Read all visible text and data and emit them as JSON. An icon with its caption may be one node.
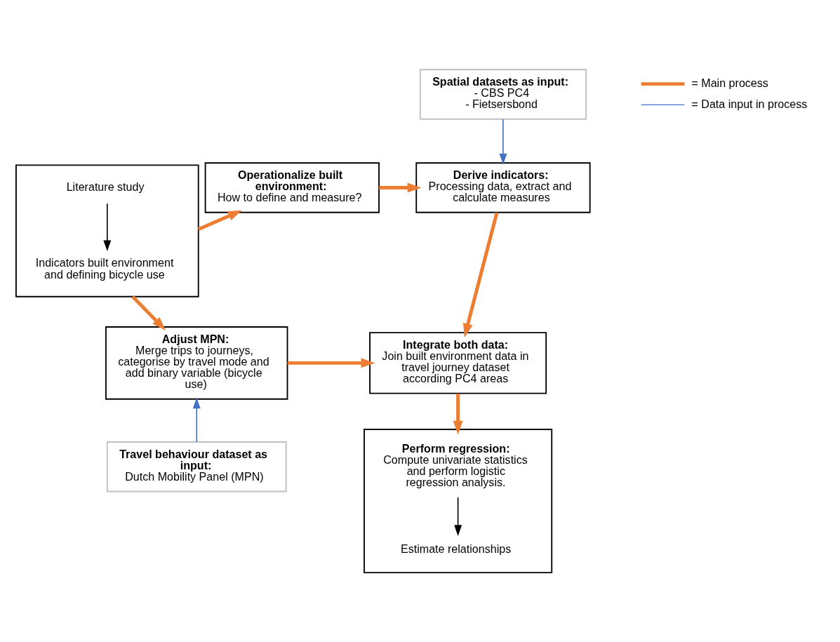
{
  "diagram": {
    "nodes": [
      {
        "text": [],
        "shape": "box"
      },
      {
        "text": [
          "Literature study"
        ],
        "in": 0
      },
      {
        "text": [
          "Indicators built environment and defining bicycle use"
        ],
        "in": 0
      },
      {
        "text": [
          "Operationalize built environment:",
          "How to define and measure?"
        ]
      },
      {
        "text": [
          "Spatial datasets as input:",
          "- CBS PC4",
          "- Fietsersbond"
        ]
      },
      {
        "text": [
          "Derive indicators:",
          "Processing data, extract and calculate measures"
        ]
      },
      {
        "text": [
          "Adjust MPN:",
          "Merge trips to journeys, categorise by travel mode and add binary variable (bicycle use)"
        ]
      },
      {
        "text": [
          "Integrate both data:",
          "Join built environment data in travel journey dataset according PC4 areas"
        ]
      },
      {
        "text": [
          "Travel behaviour dataset as input:",
          "Dutch Mobility Panel (MPN)"
        ]
      },
      {
        "text": [],
        "shape": "box"
      },
      {
        "text": [
          "Perform regression:",
          "Compute univariate statistics and perform logistic regression analysis."
        ],
        "in": 9
      },
      {
        "text": [
          "Estimate relationships"
        ],
        "in": 9
      }
    ],
    "edges": [
      {
        "from": 1,
        "to": 2,
        "arrow": "to",
        "color": "#000000"
      },
      {
        "from": 0,
        "to": 3,
        "arrow": "to"
      },
      {
        "from": 3,
        "to": 5,
        "arrow": "to"
      },
      {
        "from": 4,
        "to": 5,
        "arrow": "to",
        "color": "#4472c4"
      },
      {
        "from": 5,
        "to": 7,
        "arrow": "to"
      },
      {
        "from": 0,
        "to": 6,
        "arrow": "to"
      },
      {
        "from": 6,
        "to": 7,
        "arrow": "to"
      },
      {
        "from": 8,
        "to": 6,
        "arrow": "to",
        "color": "#4472c4"
      },
      {
        "from": 7,
        "to": 9,
        "arrow": "to"
      },
      {
        "from": 10,
        "to": 11,
        "arrow": "to",
        "color": "#000000"
      }
    ],
    "legend": [
      {
        "text": "= Main process"
      },
      {
        "text": "= Data input in process"
      }
    ]
  }
}
